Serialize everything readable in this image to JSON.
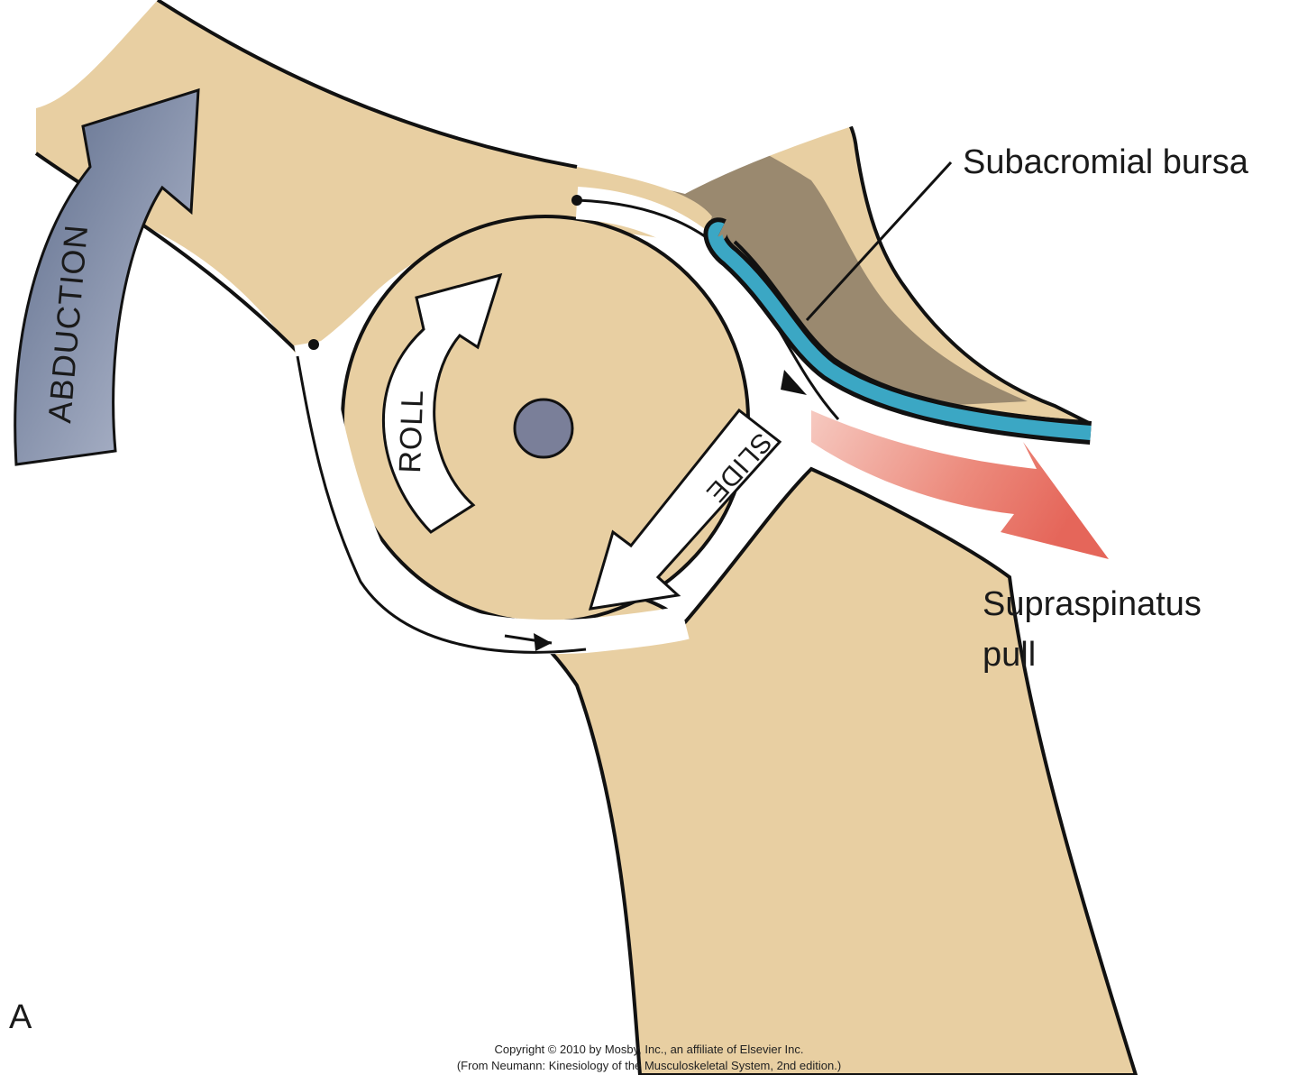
{
  "labels": {
    "subacromial_bursa": "Subacromial bursa",
    "supraspinatus_line1": "Supraspinatus",
    "supraspinatus_line2": "pull",
    "panel": "A"
  },
  "arrows": {
    "abduction": "ABDUCTION",
    "roll": "ROLL",
    "slide": "SLIDE"
  },
  "footer": {
    "line1": "Copyright © 2010 by Mosby, Inc., an affiliate of Elsevier Inc.",
    "line2": "(From Neumann: Kinesiology of the Musculoskeletal System, 2nd edition.)"
  },
  "colors": {
    "bone": "#E8CFA2",
    "acromion_shadow": "#8C7C66",
    "bursa": "#3BA7C4",
    "supraspinatus": "#E8766A",
    "abduction_arrow": "#6E7D99",
    "axis_dot": "#7A7F99",
    "ligament": "#FFFFFF"
  }
}
